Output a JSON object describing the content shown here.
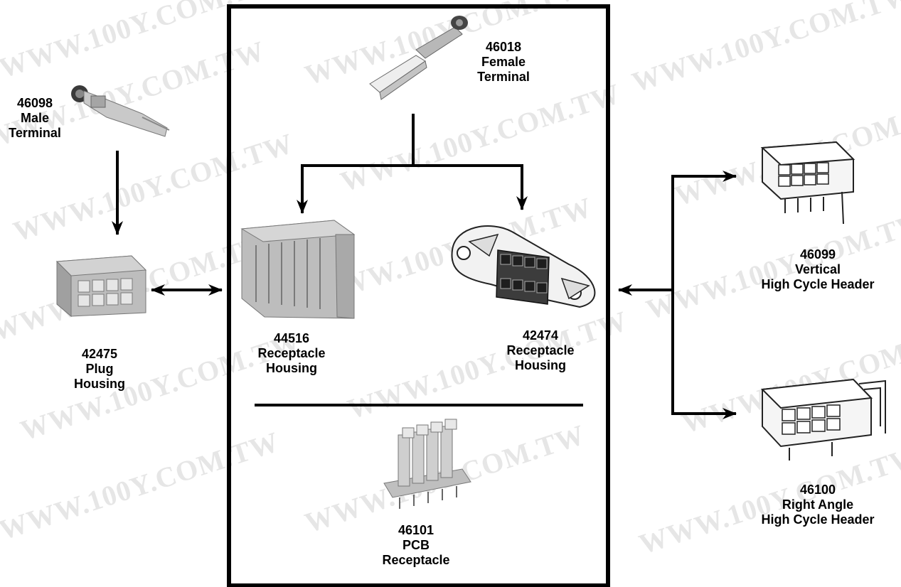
{
  "watermark": "WWW.100Y.COM.TW",
  "parts": {
    "male_terminal": {
      "code": "46098",
      "line1": "Male",
      "line2": "Terminal"
    },
    "female_terminal": {
      "code": "46018",
      "line1": "Female",
      "line2": "Terminal"
    },
    "plug_housing": {
      "code": "42475",
      "line1": "Plug",
      "line2": "Housing"
    },
    "receptacle_44516": {
      "code": "44516",
      "line1": "Receptacle",
      "line2": "Housing"
    },
    "receptacle_42474": {
      "code": "42474",
      "line1": "Receptacle",
      "line2": "Housing"
    },
    "pcb_receptacle": {
      "code": "46101",
      "line1": "PCB",
      "line2": "Receptacle"
    },
    "vertical_header": {
      "code": "46099",
      "line1": "Vertical",
      "line2": "High Cycle Header"
    },
    "right_angle_header": {
      "code": "46100",
      "line1": "Right Angle",
      "line2": "High Cycle Header"
    }
  }
}
